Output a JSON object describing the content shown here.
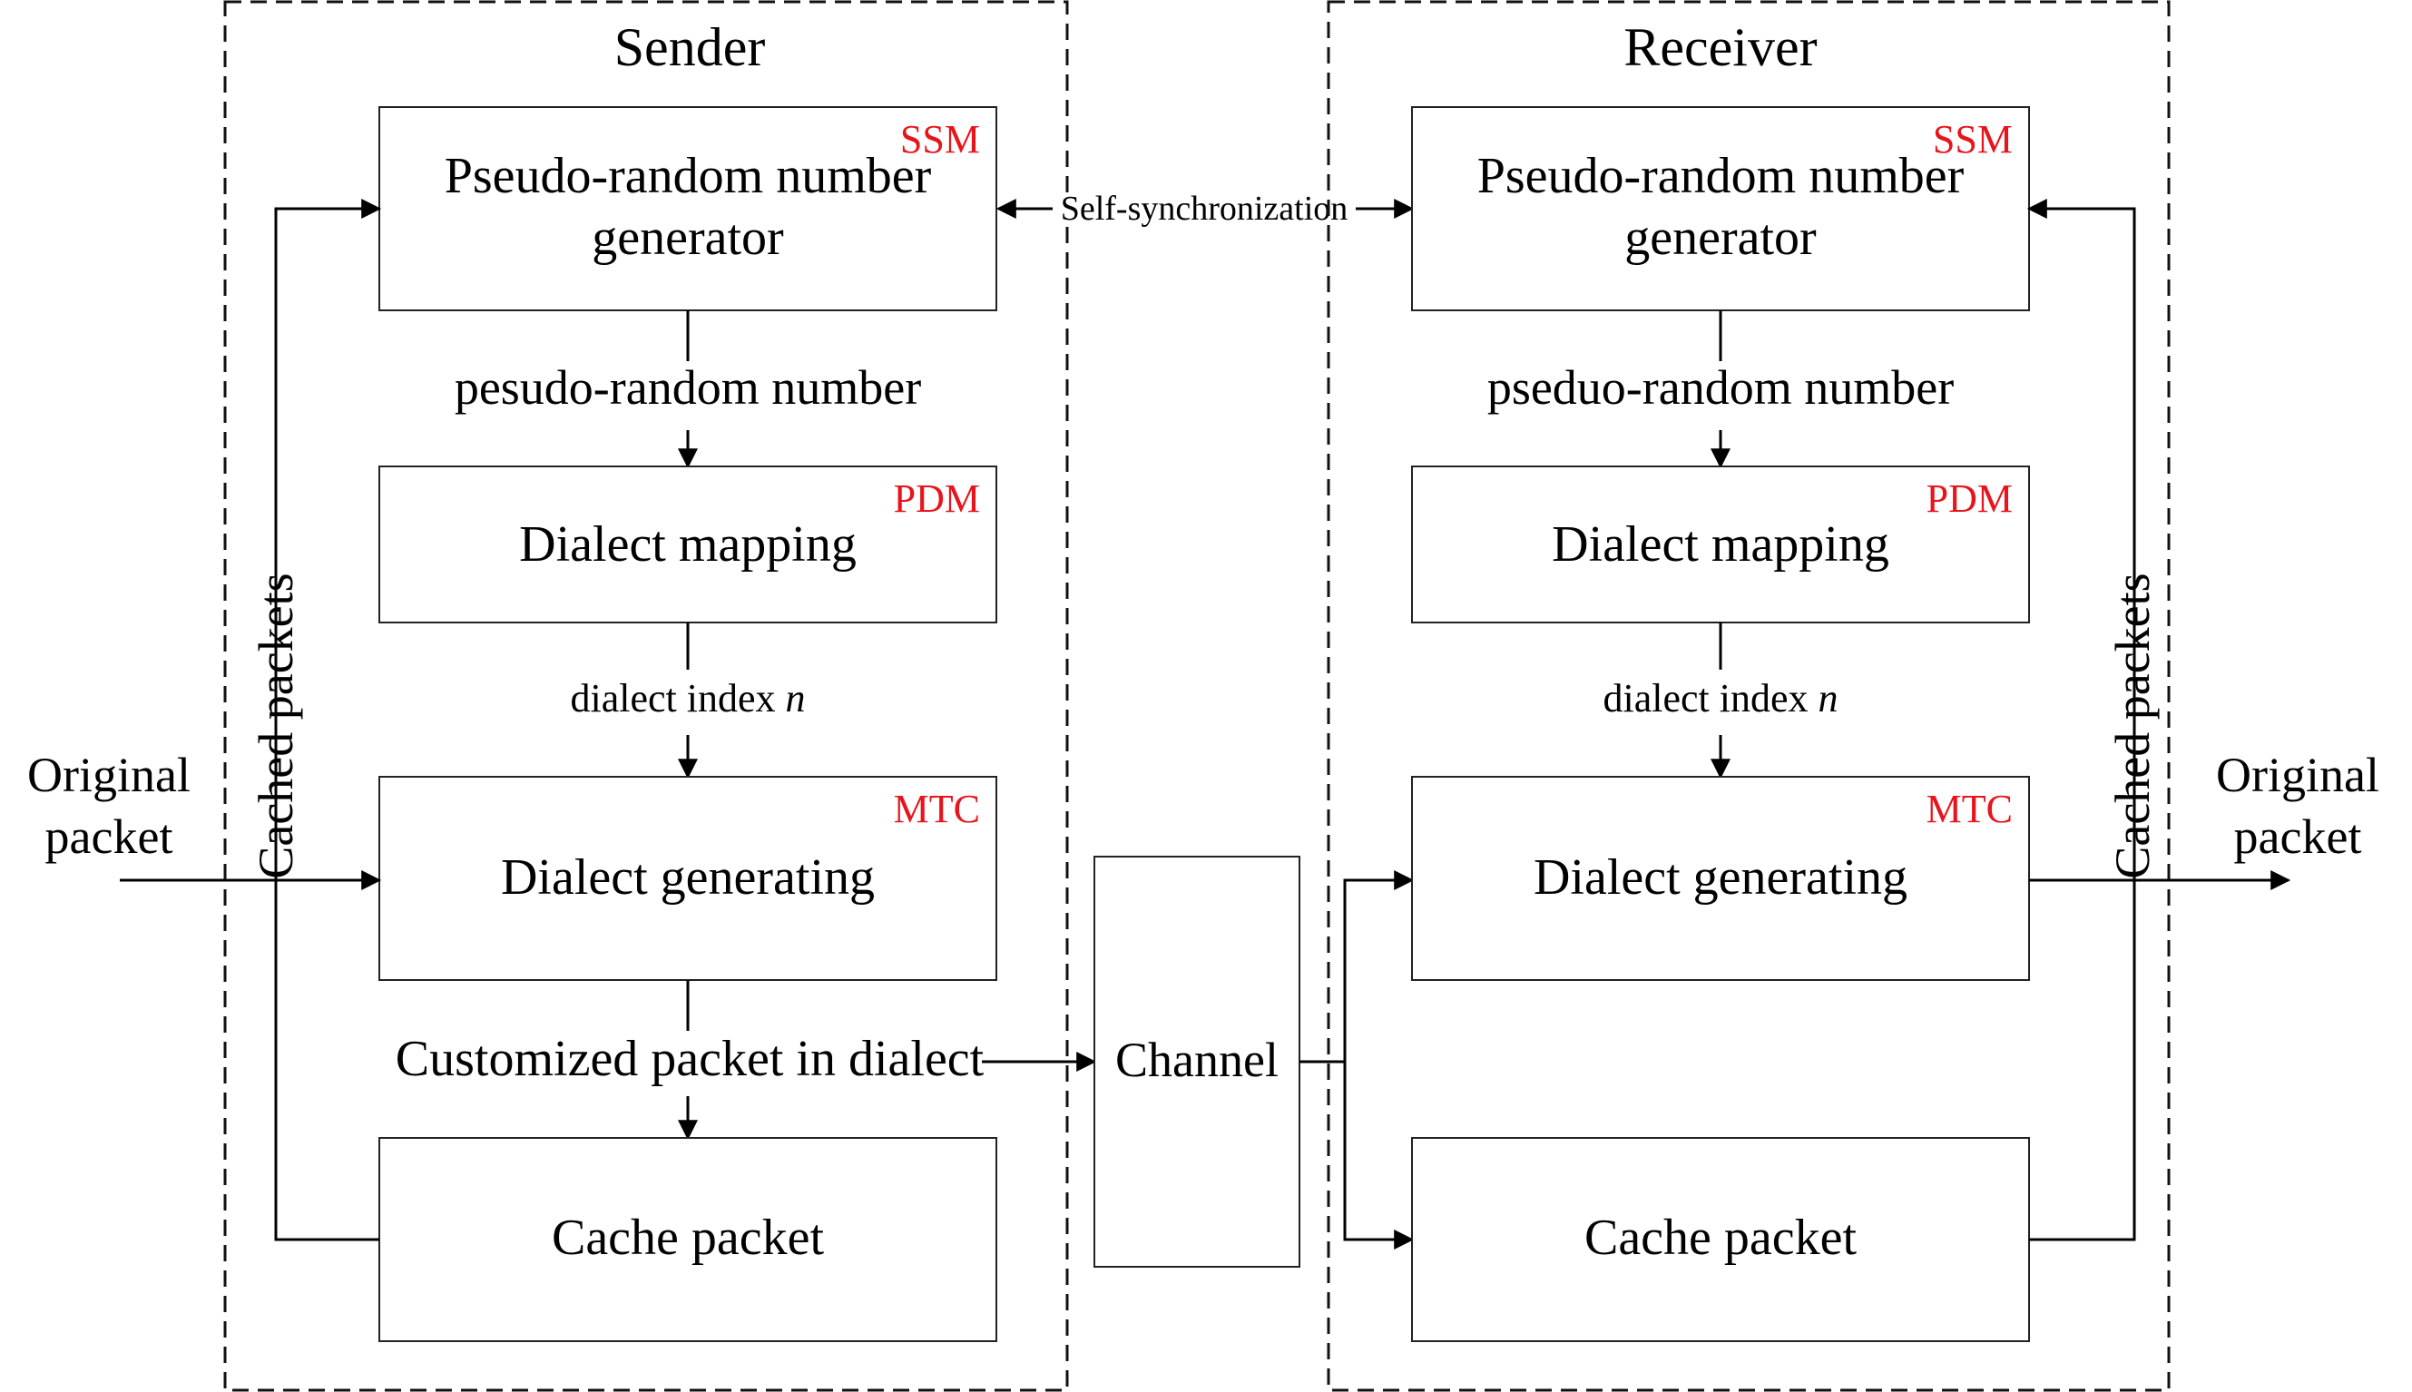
{
  "sender": {
    "title": "Sender",
    "prng": {
      "line1": "Pseudo-random number",
      "line2": "generator",
      "tag": "SSM"
    },
    "prn_label": "pesudo-random number",
    "mapping": {
      "label": "Dialect mapping",
      "tag": "PDM"
    },
    "index_label": "dialect index ",
    "index_var": "n",
    "generating": {
      "label": "Dialect generating",
      "tag": "MTC"
    },
    "customized_label": "Customized packet in dialect",
    "cache": {
      "label": "Cache packet"
    },
    "cached_packets": "Cached packets",
    "original": {
      "line1": "Original",
      "line2": "packet"
    }
  },
  "receiver": {
    "title": "Receiver",
    "prng": {
      "line1": "Pseudo-random number",
      "line2": "generator",
      "tag": "SSM"
    },
    "prn_label": "pseduo-random number",
    "mapping": {
      "label": "Dialect mapping",
      "tag": "PDM"
    },
    "index_label": "dialect index ",
    "index_var": "n",
    "generating": {
      "label": "Dialect generating",
      "tag": "MTC"
    },
    "cache": {
      "label": "Cache packet"
    },
    "cached_packets": "Cached packets",
    "original": {
      "line1": "Original",
      "line2": "packet"
    }
  },
  "channel": "Channel",
  "self_sync": "Self-synchronization",
  "colors": {
    "tag": "#e8141b",
    "stroke": "#000000"
  }
}
